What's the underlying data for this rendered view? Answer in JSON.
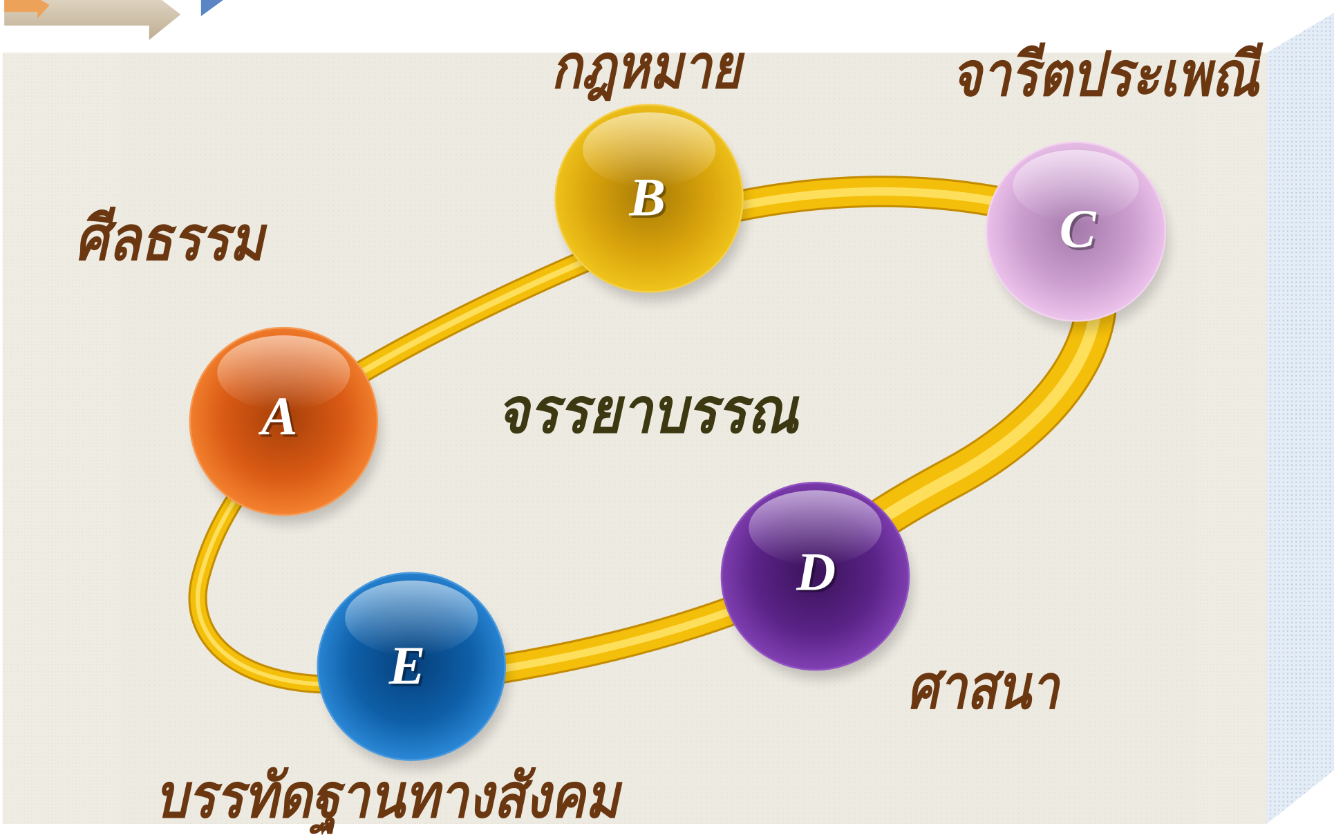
{
  "diagram": {
    "center_label": "จรรยาบรรณ",
    "nodes": [
      {
        "letter": "A",
        "label": "ศีลธรรม",
        "color": "#d95a14"
      },
      {
        "letter": "B",
        "label": "กฎหมาย",
        "color": "#d9a40c"
      },
      {
        "letter": "C",
        "label": "จารีตประเพณี",
        "color": "#cc9fd0"
      },
      {
        "letter": "D",
        "label": "ศาสนา",
        "color": "#5a2387"
      },
      {
        "letter": "E",
        "label": "บรรทัดฐานทางสังคม",
        "color": "#0e5fa8"
      }
    ]
  },
  "colors": {
    "label_text": "#6a3710",
    "center_text": "#3b3812",
    "letter_text": "#ffffff",
    "ring": "#f4bf0a",
    "panel": "#edeae2",
    "side_face": "#e4edf6"
  }
}
